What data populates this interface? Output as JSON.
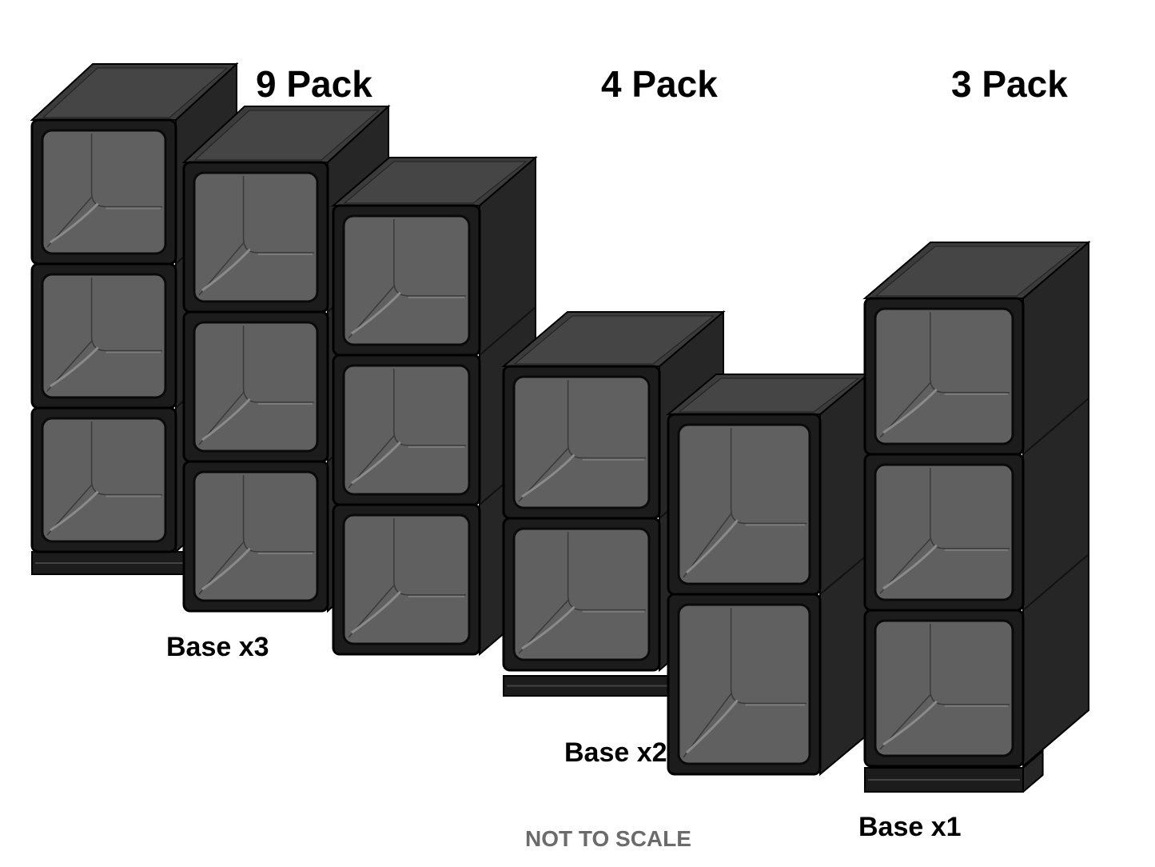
{
  "labels": {
    "pack9": "9 Pack",
    "pack4": "4 Pack",
    "pack3": "3 Pack",
    "base3": "Base x3",
    "base2": "Base x2",
    "base1": "Base x1",
    "note": "NOT TO SCALE"
  },
  "colors": {
    "frame": "#1c1c1c",
    "top": "#3b3b3b",
    "side": "#262626",
    "window": "#606060",
    "window_inner": "#767676",
    "edge": "#000000",
    "note_text": "#6b6b6b"
  }
}
